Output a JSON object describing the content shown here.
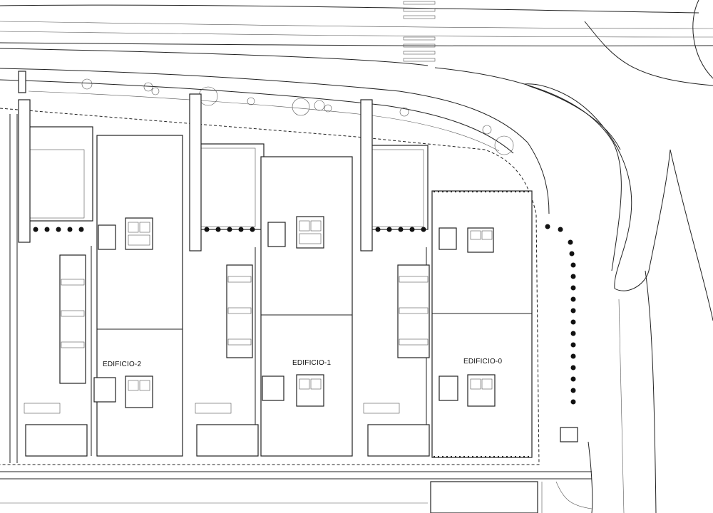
{
  "buildings": [
    {
      "id": "edificio-2",
      "label": "EDIFICIO-2"
    },
    {
      "id": "edificio-1",
      "label": "EDIFICIO-1"
    },
    {
      "id": "edificio-0",
      "label": "EDIFICIO-0"
    }
  ]
}
